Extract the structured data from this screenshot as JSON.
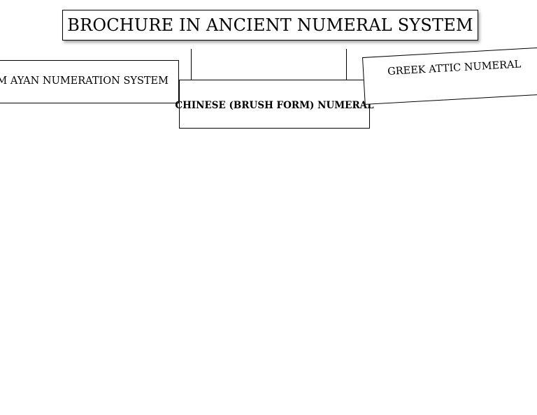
{
  "diagram": {
    "title": "BROCHURE IN ANCIENT NUMERAL SYSTEM",
    "boxes": [
      {
        "label": "M AYAN NUMERATION SYSTEM"
      },
      {
        "label": "CHINESE (BRUSH FORM) NUMERAL"
      },
      {
        "label": "GREEK ATTIC NUMERAL"
      }
    ]
  }
}
